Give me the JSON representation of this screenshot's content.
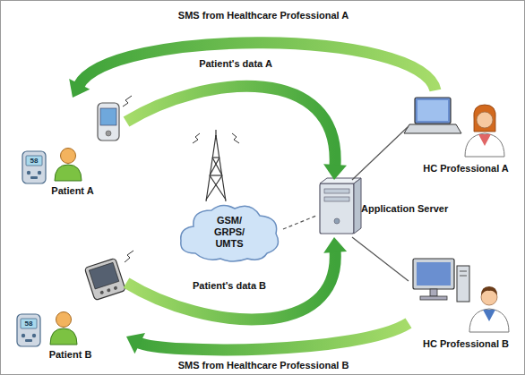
{
  "diagram": {
    "nodes": [
      {
        "text": [
          "Patient A"
        ]
      },
      {
        "text": [
          "HC Professional A"
        ]
      },
      {
        "text": [
          "GSM/ GRPS/ UMTS"
        ]
      },
      {
        "text": [
          "Application Server"
        ]
      },
      {
        "text": [
          "Patient B"
        ]
      },
      {
        "text": [
          "HC Professional B"
        ]
      }
    ],
    "edges": [
      {
        "from": 1,
        "to": 0,
        "label": "SMS from Healthcare Professional A",
        "arrow": "to"
      },
      {
        "from": 0,
        "to": 3,
        "label": "Patient's data A",
        "arrow": "to"
      },
      {
        "from": 4,
        "to": 3,
        "label": "Patient's data B",
        "arrow": "to"
      },
      {
        "from": 5,
        "to": 4,
        "label": "SMS from Healthcare Professional B",
        "arrow": "to"
      },
      {
        "from": 2,
        "to": 3,
        "arrow": "none"
      },
      {
        "from": 3,
        "to": 1,
        "arrow": "none"
      },
      {
        "from": 3,
        "to": 5,
        "arrow": "none"
      }
    ],
    "labels": [
      "58",
      "58"
    ]
  }
}
